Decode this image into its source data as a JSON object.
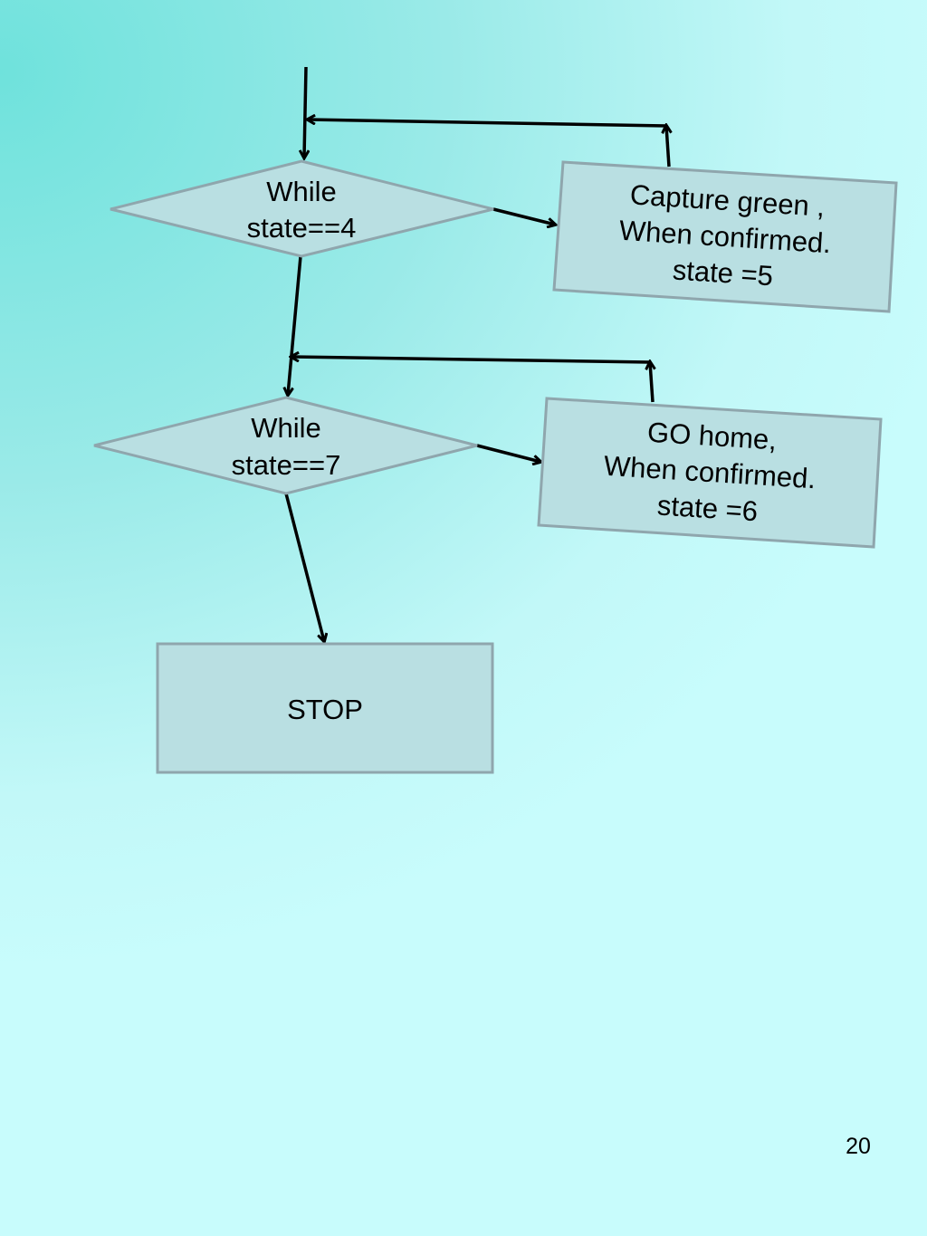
{
  "diagram": {
    "decision_1": {
      "line1": "While",
      "line2": "state==4"
    },
    "process_1": {
      "line1": "Capture green ,",
      "line2": "When confirmed.",
      "line3": "state =5"
    },
    "decision_2": {
      "line1": "While",
      "line2": "state==7"
    },
    "process_2": {
      "line1": "GO home,",
      "line2": "When confirmed.",
      "line3": "state =6"
    },
    "terminal": {
      "label": "STOP"
    }
  },
  "page": {
    "number": "20"
  },
  "colors": {
    "shape_fill": "#b9dfe2",
    "shape_stroke": "#8fa6ad",
    "connector": "#000000"
  }
}
